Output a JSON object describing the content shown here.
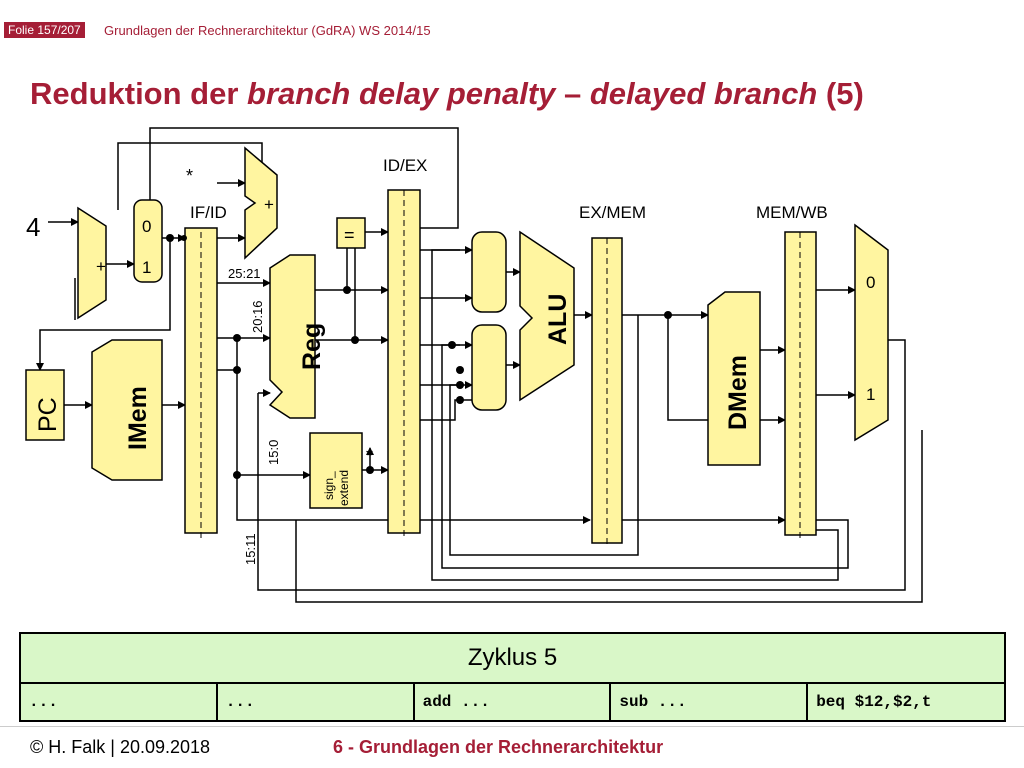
{
  "header": {
    "slide_badge": "Folie 157/207",
    "course": "Grundlagen der Rechnerarchitektur (GdRA) WS 2014/15",
    "title_part1": "Reduktion der ",
    "title_italic1": "branch delay penalty",
    "title_part2": " – ",
    "title_italic2": "delayed branch",
    "title_part3": " (5)"
  },
  "diagram": {
    "const_four": "4",
    "pc_label": "PC",
    "imem_label": "IMem",
    "reg_label": "Reg",
    "alu_label": "ALU",
    "dmem_label": "DMem",
    "sign_extend_line1": "sign_",
    "sign_extend_line2": "extend",
    "if_id": "IF/ID",
    "id_ex": "ID/EX",
    "ex_mem": "EX/MEM",
    "mem_wb": "MEM/WB",
    "mux_in0": "0",
    "mux_in1": "1",
    "wb_mux_in0": "0",
    "wb_mux_in1": "1",
    "plus": "+",
    "plus_branch": "+",
    "star_top": "*",
    "star_sign": "*",
    "equals": "=",
    "bits_25_21": "25:21",
    "bits_20_16": "20:16",
    "bits_15_0": "15:0",
    "bits_15_11": "15:11"
  },
  "cycle_table": {
    "title": "Zyklus 5",
    "cells": [
      "...",
      "...",
      "add ...",
      "sub ...",
      "beq $12,$2,t"
    ]
  },
  "footer": {
    "author": "© H. Falk | 20.09.2018",
    "chapter": "6 - Grundlagen der Rechnerarchitektur"
  },
  "colors": {
    "accent": "#a51e36",
    "block": "#fff5a0",
    "table": "#d9f7c8"
  }
}
